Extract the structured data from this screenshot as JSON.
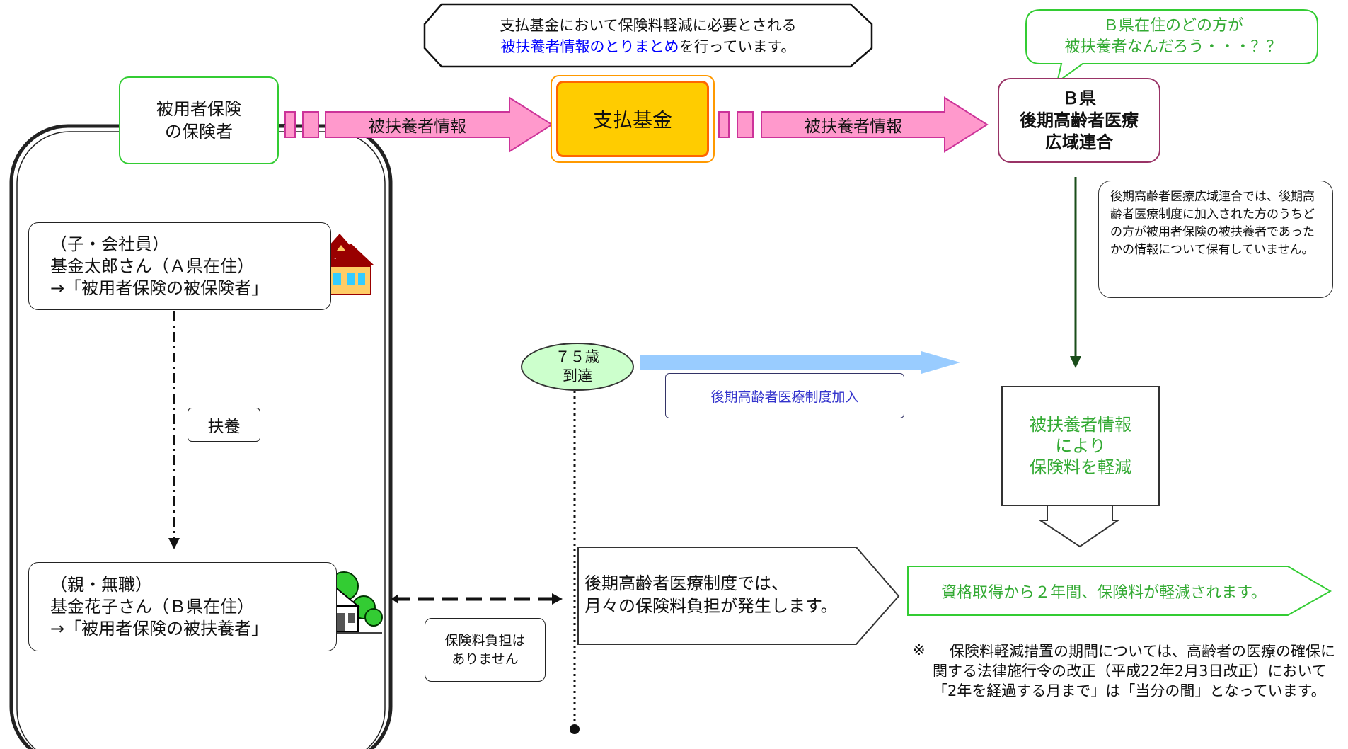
{
  "banner": {
    "line1": "支払基金において保険料軽減に必要とされる",
    "line2_highlight": "被扶養者情報のとりまとめ",
    "line2_rest": "を行っています。"
  },
  "nodes": {
    "insurer": "被用者保険\nの保険者",
    "fund": "支払基金",
    "union": "Ｂ県\n後期高齢者医療\n広域連合"
  },
  "arrows": {
    "info_label_1": "被扶養者情報",
    "info_label_2": "被扶養者情報"
  },
  "speech": {
    "question": "Ｂ県在住のどの方が\n被扶養者なんだろう・・・？？"
  },
  "notes": {
    "union_note": "後期高齢者医療広域連合では、後期高齢者医療制度に加入された方のうちどの方が被用者保険の被扶養者であったかの情報について保有していません。",
    "reduce_box": "被扶養者情報\nにより\n保険料を軽減",
    "age_badge": "７５歳\n到達",
    "join_label": "後期高齢者医療制度加入",
    "monthly": "後期高齢者医療制度では、\n月々の保険料負担が発生します。",
    "two_years": "資格取得から２年間、保険料が軽減されます。",
    "no_burden": "保険料負担は\nありません",
    "dependent_label": "扶養",
    "footnote_mark": "※",
    "footnote": "保険料軽減措置の期間については、高齢者の医療の確保に関する法律施行令の改正（平成22年2月3日改正）において「2年を経過する月まで」は「当分の間」となっています。"
  },
  "people": {
    "son": "（子・会社員）\n基金太郎さん（Ａ県在住）\n→「被用者保険の被保険者」",
    "parent": "（親・無職）\n基金花子さん（Ｂ県在住）\n→「被用者保険の被扶養者」"
  },
  "colors": {
    "pink_arrow": "#ff99cc",
    "fund_fill": "#ffcc00",
    "green_border": "#33cc33",
    "blue_text": "#0000ff",
    "light_blue_arrow": "#99ccff",
    "mint": "#ccffcc",
    "dark_green": "#1a4d1a"
  }
}
